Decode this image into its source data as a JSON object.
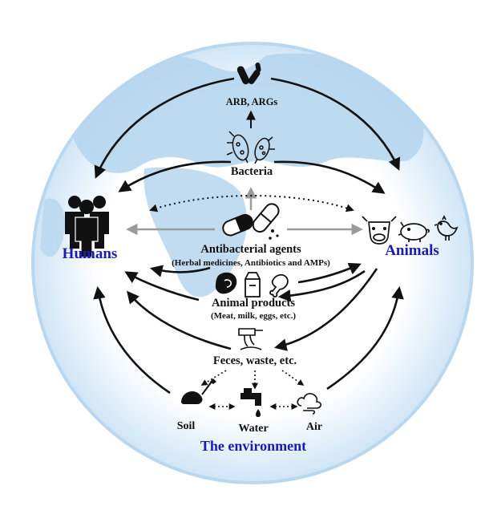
{
  "labels": {
    "arb": "ARB, ARGs",
    "bacteria": "Bacteria",
    "humans": "Humans",
    "animals": "Animals",
    "agents": "Antibacterial agents",
    "agents_sub": "(Herbal medicines, Antibiotics and AMPs)",
    "products": "Animal products",
    "products_sub": "(Meat, milk, eggs, etc.)",
    "feces": "Feces, waste, etc.",
    "soil": "Soil",
    "water": "Water",
    "air": "Air",
    "environment": "The environment"
  },
  "icons": [
    "bacteria-rods-icon",
    "bacteria-cells-icon",
    "people-group-icon",
    "pills-capsules-icon",
    "cow-icon",
    "pig-icon",
    "chicken-icon",
    "meat-icon",
    "milk-carton-icon",
    "drumstick-icon",
    "waste-pipe-icon",
    "soil-shovel-icon",
    "water-tap-icon",
    "air-cloud-icon"
  ],
  "colors": {
    "accent_blue": "#1a1ab4",
    "globe": "#dcedf9",
    "land": "#b6d6ee",
    "arrow": "#111111",
    "grey_arrow": "#9a9a9a"
  }
}
